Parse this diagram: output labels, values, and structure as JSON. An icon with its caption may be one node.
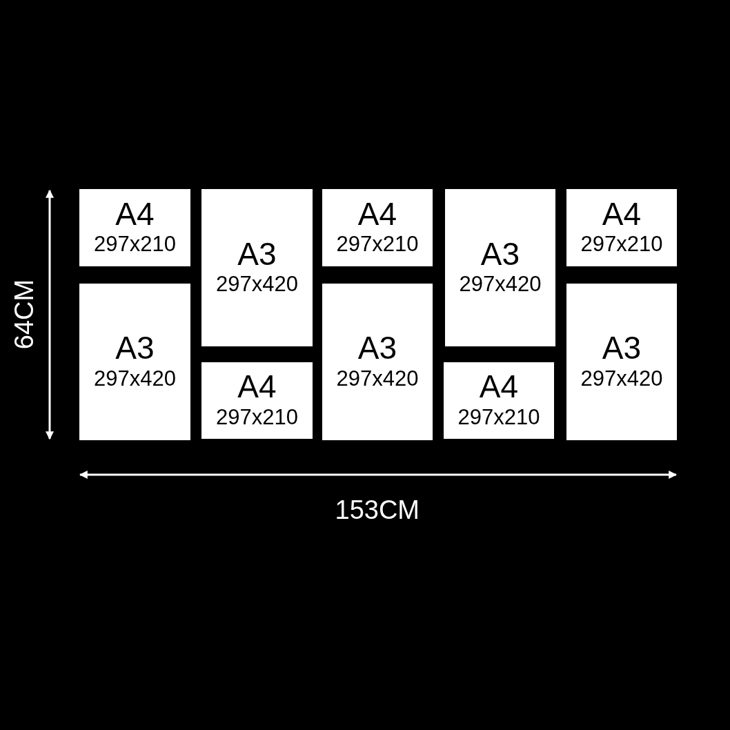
{
  "diagram": {
    "nodes": [
      {
        "text": [
          "A4",
          "297x210"
        ]
      },
      {
        "text": [
          "A3",
          "297x420"
        ]
      },
      {
        "text": [
          "A4",
          "297x210"
        ]
      },
      {
        "text": [
          "A3",
          "297x420"
        ]
      },
      {
        "text": [
          "A4",
          "297x210"
        ]
      },
      {
        "text": [
          "A3",
          "297x420"
        ]
      },
      {
        "text": [
          "A3",
          "297x420"
        ]
      },
      {
        "text": [
          "A3",
          "297x420"
        ]
      },
      {
        "text": [
          "A4",
          "297x210"
        ]
      },
      {
        "text": [
          "A4",
          "297x210"
        ]
      }
    ],
    "labels": [
      "64CM",
      "153CM"
    ]
  }
}
